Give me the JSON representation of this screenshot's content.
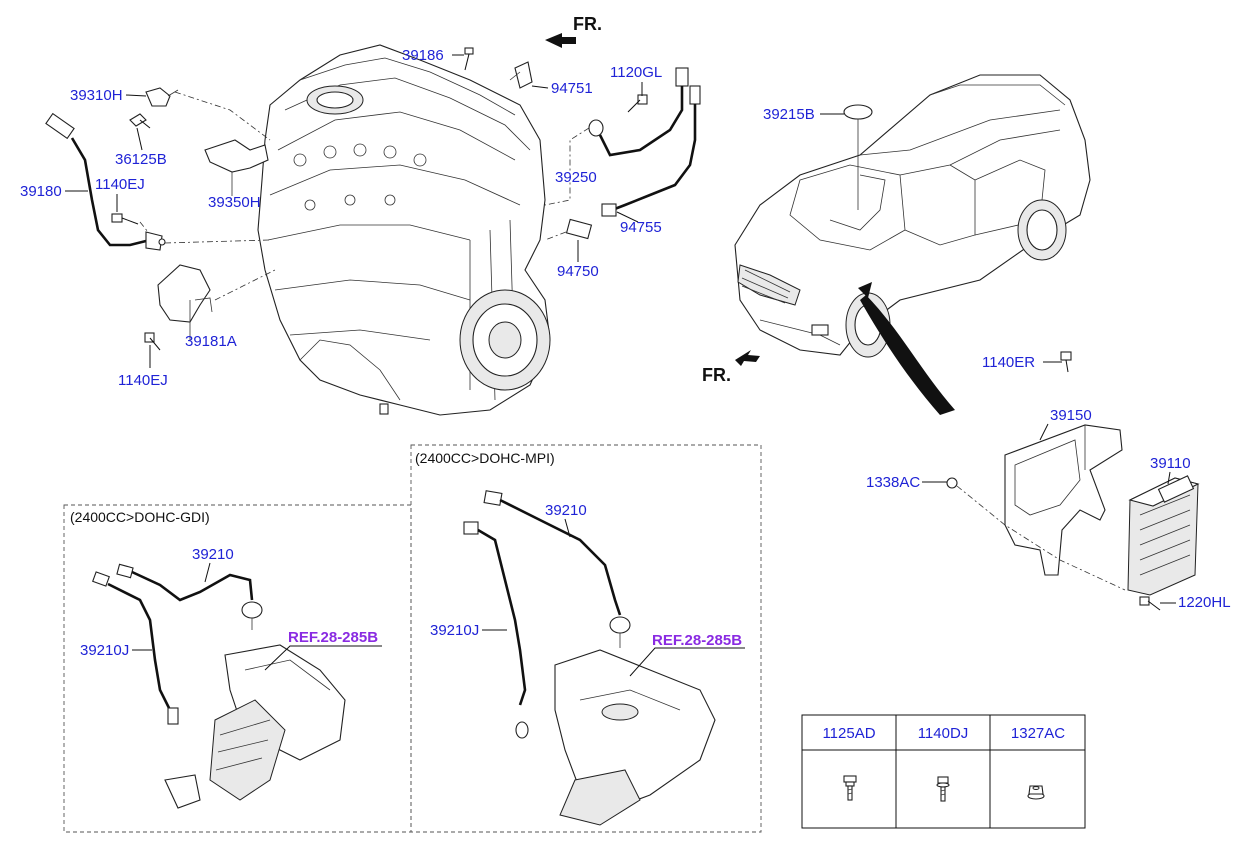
{
  "labels": {
    "p39186": "39186",
    "p94751": "94751",
    "p1120GL": "1120GL",
    "p39310H": "39310H",
    "p36125B": "36125B",
    "p39180": "39180",
    "p1140EJ_a": "1140EJ",
    "p39350H": "39350H",
    "p39250": "39250",
    "p94755": "94755",
    "p94750": "94750",
    "p39181A": "39181A",
    "p1140EJ_b": "1140EJ",
    "p39215B": "39215B",
    "p1140ER": "1140ER",
    "p39150": "39150",
    "p1338AC": "1338AC",
    "p39110": "39110",
    "p1220HL": "1220HL",
    "gdi_39210": "39210",
    "gdi_39210J": "39210J",
    "mpi_39210": "39210",
    "mpi_39210J": "39210J"
  },
  "refs": {
    "gdi": "REF.28-285B",
    "mpi": "REF.28-285B"
  },
  "captions": {
    "gdi": "(2400CC>DOHC-GDI)",
    "mpi": "(2400CC>DOHC-MPI)"
  },
  "directions": {
    "top": "FR.",
    "left": "FR."
  },
  "fastener_table": {
    "headers": [
      "1125AD",
      "1140DJ",
      "1327AC"
    ],
    "icons": [
      "bolt-flange-icon",
      "bolt-washer-icon",
      "flange-nut-icon"
    ]
  },
  "colors": {
    "part_number": "#1f23d6",
    "reference": "#8a2be2"
  }
}
